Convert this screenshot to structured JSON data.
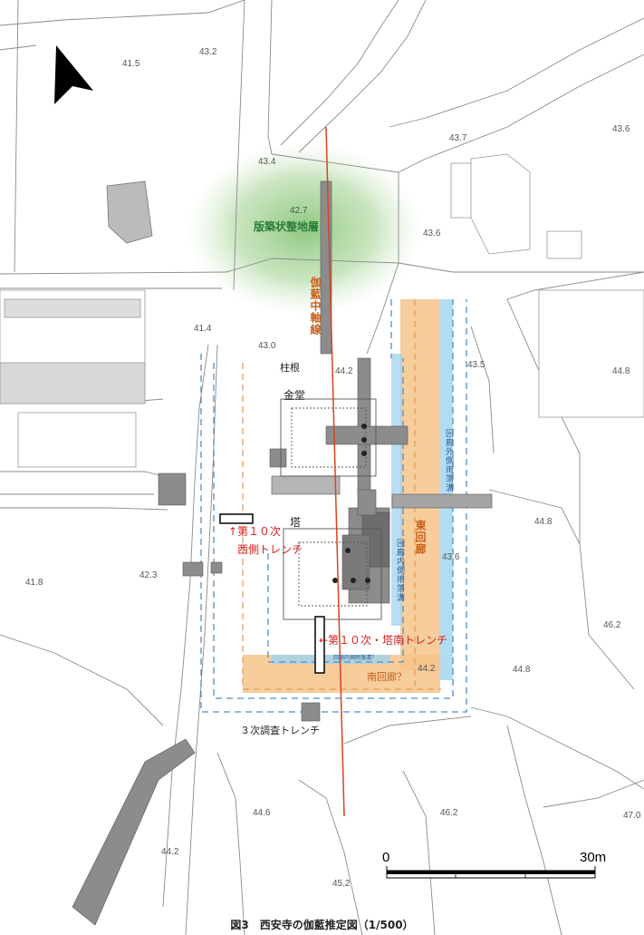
{
  "labels": {
    "hanchiku": "版築状整地層",
    "axis": "伽藍中軸線",
    "chukon": "柱根",
    "kondo": "金堂",
    "to": "塔",
    "trench_west_1": "↑第１０次",
    "trench_west_2": "西側トレンチ",
    "trench_south": "←第１０次・塔南トレンチ",
    "east_corridor": "東回廊",
    "south_corridor": "南回廊？",
    "outer_ditch": "回廊外側雨落溝",
    "inner_ditch": "回廊内側雨落溝",
    "inner_ditch_small": "回廊内側雨落溝？",
    "trench3": "３次調査トレンチ"
  },
  "elevations": [
    "43.2",
    "41.5",
    "43.7",
    "43.6",
    "43.4",
    "42.7",
    "43.6",
    "41.4",
    "43.0",
    "44.2",
    "43.5",
    "44.8",
    "44.8",
    "41.8",
    "42.3",
    "43.6",
    "46.2",
    "44.8",
    "44.2",
    "44.6",
    "46.2",
    "47.0",
    "44.2",
    "45.2"
  ],
  "scale": {
    "start": "0",
    "end": "30m"
  },
  "caption": "図3　西安寺の伽藍推定図（1/500）",
  "colors": {
    "axis_line": "#d9431e",
    "green_layer": "#7bbf6a",
    "corridor_orange": "#f5c48a",
    "ditch_blue": "#9fd3ee",
    "trench_red": "#d42020",
    "label_green": "#2a7d3a",
    "label_orange": "#c8601a",
    "label_blue": "#2a5e9a"
  }
}
